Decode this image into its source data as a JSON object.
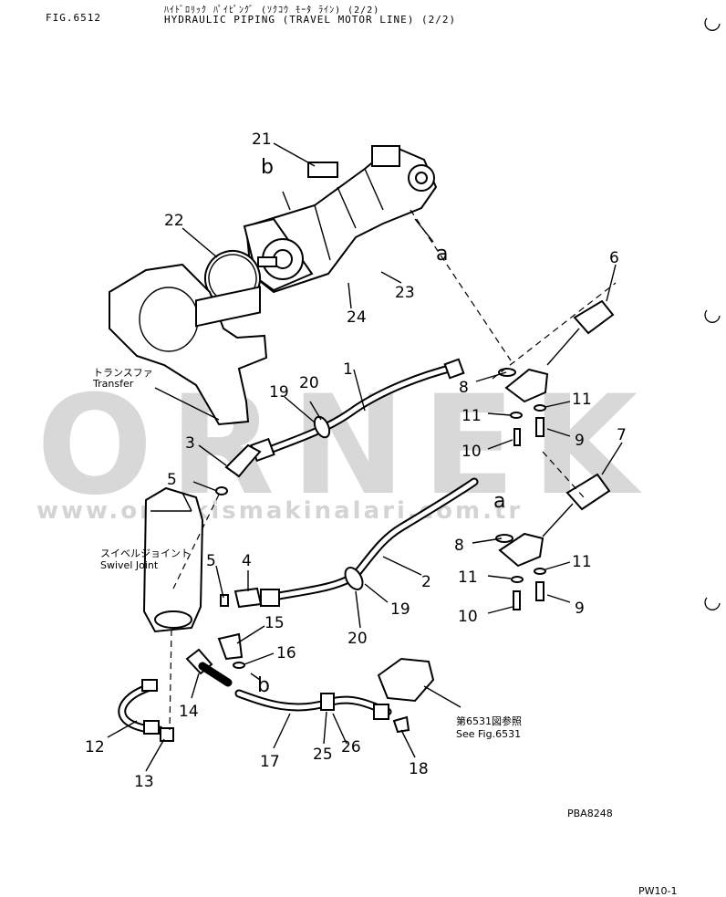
{
  "header": {
    "fig_number": "FIG.6512",
    "title_jp": "ﾊｲﾄﾞﾛﾘｯｸ ﾊﾟｲﾋﾟﾝｸﾞ (ｿｸｺｳ ﾓｰﾀ ﾗｲﾝ) (2/2)",
    "title_en": "HYDRAULIC PIPING (TRAVEL MOTOR LINE) (2/2)"
  },
  "callouts": [
    "1",
    "2",
    "3",
    "4",
    "5",
    "5",
    "6",
    "7",
    "8",
    "8",
    "9",
    "9",
    "10",
    "10",
    "11",
    "11",
    "11",
    "11",
    "12",
    "13",
    "14",
    "15",
    "16",
    "17",
    "18",
    "19",
    "19",
    "20",
    "20",
    "21",
    "22",
    "23",
    "24",
    "25",
    "26"
  ],
  "reference_letters": [
    "a",
    "a",
    "b",
    "b"
  ],
  "annotations": {
    "transfer_jp": "トランスファ",
    "transfer_en": "Transfer",
    "swivel_jp": "スイベルジョイント",
    "swivel_en": "Swivel Joint",
    "see_fig_jp": "第6531図参照",
    "see_fig_en": "See Fig.6531"
  },
  "drawing_code": "PBA8248",
  "page_code": "PW10-1",
  "watermark": {
    "brand": "ORNEK",
    "url": "www.ornekismakinalari.com.tr"
  }
}
